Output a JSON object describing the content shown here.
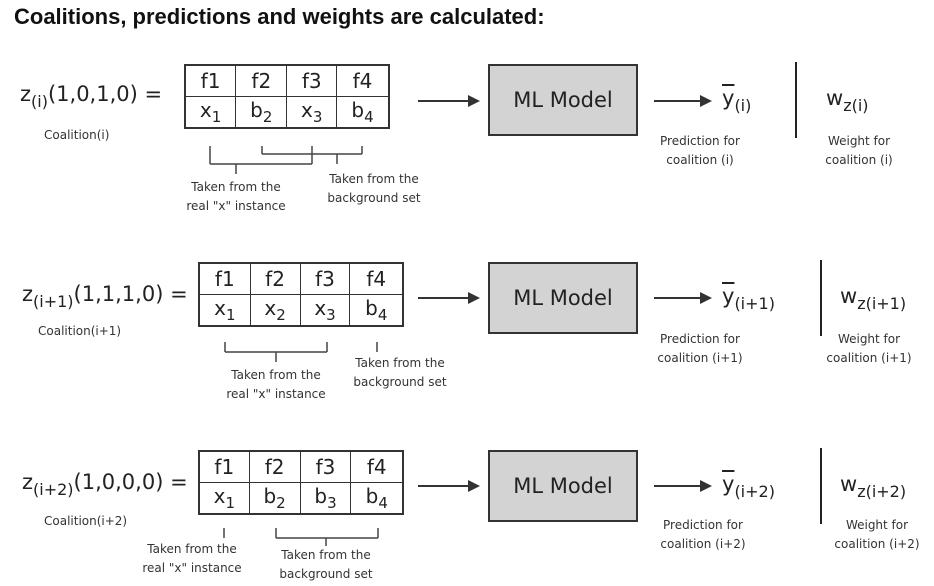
{
  "title": "Coalitions, predictions and weights are calculated:",
  "model_label": "ML Model",
  "features": [
    "f1",
    "f2",
    "f3",
    "f4"
  ],
  "rows": [
    {
      "coalition_sub": "(i)",
      "coalition_vec": "(1,0,1,0) =",
      "coalition_caption": "Coalition(i)",
      "cells": [
        {
          "base": "x",
          "sub": "1"
        },
        {
          "base": "b",
          "sub": "2"
        },
        {
          "base": "x",
          "sub": "3"
        },
        {
          "base": "b",
          "sub": "4"
        }
      ],
      "instance_label": [
        "Taken from the",
        "real \"x\" instance"
      ],
      "background_label": [
        "Taken from the",
        "background set"
      ],
      "prediction_sub": "(i)",
      "prediction_caption": [
        "Prediction for",
        "coalition (i)"
      ],
      "weight_sub": "z(i)",
      "weight_caption": [
        "Weight for",
        "coalition (i)"
      ]
    },
    {
      "coalition_sub": "(i+1)",
      "coalition_vec": "(1,1,1,0) =",
      "coalition_caption": "Coalition(i+1)",
      "cells": [
        {
          "base": "x",
          "sub": "1"
        },
        {
          "base": "x",
          "sub": "2"
        },
        {
          "base": "x",
          "sub": "3"
        },
        {
          "base": "b",
          "sub": "4"
        }
      ],
      "instance_label": [
        "Taken from the",
        "real \"x\" instance"
      ],
      "background_label": [
        "Taken from the",
        "background set"
      ],
      "prediction_sub": "(i+1)",
      "prediction_caption": [
        "Prediction for",
        "coalition (i+1)"
      ],
      "weight_sub": "z(i+1)",
      "weight_caption": [
        "Weight for",
        "coalition (i+1)"
      ]
    },
    {
      "coalition_sub": "(i+2)",
      "coalition_vec": "(1,0,0,0) =",
      "coalition_caption": "Coalition(i+2)",
      "cells": [
        {
          "base": "x",
          "sub": "1"
        },
        {
          "base": "b",
          "sub": "2"
        },
        {
          "base": "b",
          "sub": "3"
        },
        {
          "base": "b",
          "sub": "4"
        }
      ],
      "instance_label": [
        "Taken from the",
        "real \"x\" instance"
      ],
      "background_label": [
        "Taken from the",
        "background set"
      ],
      "prediction_sub": "(i+2)",
      "prediction_caption": [
        "Prediction for",
        "coalition (i+2)"
      ],
      "weight_sub": "z(i+2)",
      "weight_caption": [
        "Weight for",
        "coalition (i+2)"
      ]
    }
  ]
}
